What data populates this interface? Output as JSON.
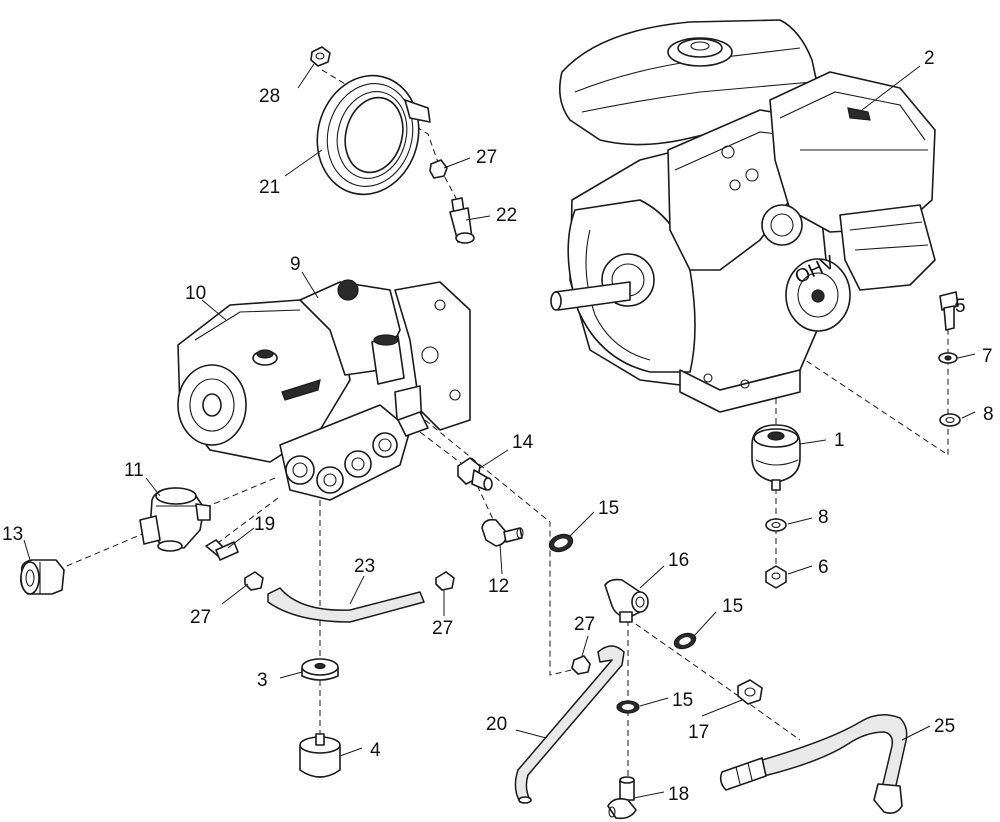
{
  "callouts": [
    {
      "id": "c1",
      "text": "1"
    },
    {
      "id": "c2",
      "text": "2"
    },
    {
      "id": "c3",
      "text": "3"
    },
    {
      "id": "c4",
      "text": "4"
    },
    {
      "id": "c5",
      "text": "5"
    },
    {
      "id": "c6",
      "text": "6"
    },
    {
      "id": "c7",
      "text": "7"
    },
    {
      "id": "c8a",
      "text": "8"
    },
    {
      "id": "c8b",
      "text": "8"
    },
    {
      "id": "c9",
      "text": "9"
    },
    {
      "id": "c10",
      "text": "10"
    },
    {
      "id": "c11",
      "text": "11"
    },
    {
      "id": "c12",
      "text": "12"
    },
    {
      "id": "c13",
      "text": "13"
    },
    {
      "id": "c14",
      "text": "14"
    },
    {
      "id": "c15a",
      "text": "15"
    },
    {
      "id": "c15b",
      "text": "15"
    },
    {
      "id": "c15c",
      "text": "15"
    },
    {
      "id": "c16",
      "text": "16"
    },
    {
      "id": "c17",
      "text": "17"
    },
    {
      "id": "c18",
      "text": "18"
    },
    {
      "id": "c19",
      "text": "19"
    },
    {
      "id": "c20",
      "text": "20"
    },
    {
      "id": "c21",
      "text": "21"
    },
    {
      "id": "c22",
      "text": "22"
    },
    {
      "id": "c23",
      "text": "23"
    },
    {
      "id": "c25",
      "text": "25"
    },
    {
      "id": "c27a",
      "text": "27"
    },
    {
      "id": "c27b",
      "text": "27"
    },
    {
      "id": "c27c",
      "text": "27"
    },
    {
      "id": "c27d",
      "text": "27"
    },
    {
      "id": "c28",
      "text": "28"
    }
  ],
  "engine_badge": "OHV"
}
